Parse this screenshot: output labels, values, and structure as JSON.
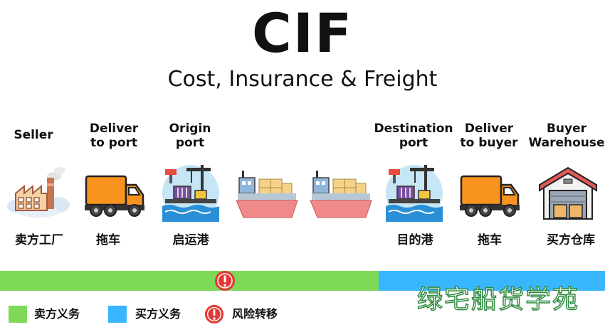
{
  "title": "CIF",
  "subtitle": "Cost, Insurance & Freight",
  "stages": [
    {
      "label": "Seller",
      "cn": "卖方工厂",
      "icon": "factory-icon"
    },
    {
      "label": "Deliver\nto port",
      "cn": "拖车",
      "icon": "truck-icon"
    },
    {
      "label": "Origin\nport",
      "cn": "启运港",
      "icon": "port-crane-icon"
    },
    {
      "label": "",
      "cn": "",
      "icon": "cargo-ship-icon"
    },
    {
      "label": "",
      "cn": "",
      "icon": "cargo-ship-icon"
    },
    {
      "label": "Destination\nport",
      "cn": "目的港",
      "icon": "port-crane-icon"
    },
    {
      "label": "Deliver\nto buyer",
      "cn": "拖车",
      "icon": "truck-icon"
    },
    {
      "label": "Buyer\nWarehouse",
      "cn": "买方仓库",
      "icon": "warehouse-icon"
    }
  ],
  "legend": {
    "seller": "卖方义务",
    "buyer": "买方义务",
    "risk": "风险转移"
  },
  "watermark": "绿宅船货学苑",
  "colors": {
    "seller_obligation": "#7ed957",
    "buyer_obligation": "#38b6ff",
    "risk_transfer": "#e53935"
  }
}
